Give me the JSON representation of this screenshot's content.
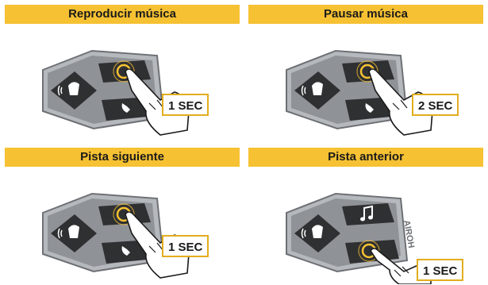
{
  "panels": [
    {
      "title": "Reproducir música",
      "duration": "1 SEC",
      "center_icon": "ring-icon",
      "target": "top"
    },
    {
      "title": "Pausar música",
      "duration": "2 SEC",
      "center_icon": "ring-icon",
      "target": "top"
    },
    {
      "title": "Pista siguiente",
      "duration": "1 SEC",
      "center_icon": "ring-icon",
      "target": "top"
    },
    {
      "title": "Pista anterior",
      "duration": "1 SEC",
      "center_icon": "music-note-icon",
      "target": "bottom",
      "brand": "AIROH"
    }
  ],
  "colors": {
    "accent": "#f6c132",
    "badge_border": "#e2ad1e",
    "device_body": "#a9acb0",
    "button": "#2f3032"
  }
}
